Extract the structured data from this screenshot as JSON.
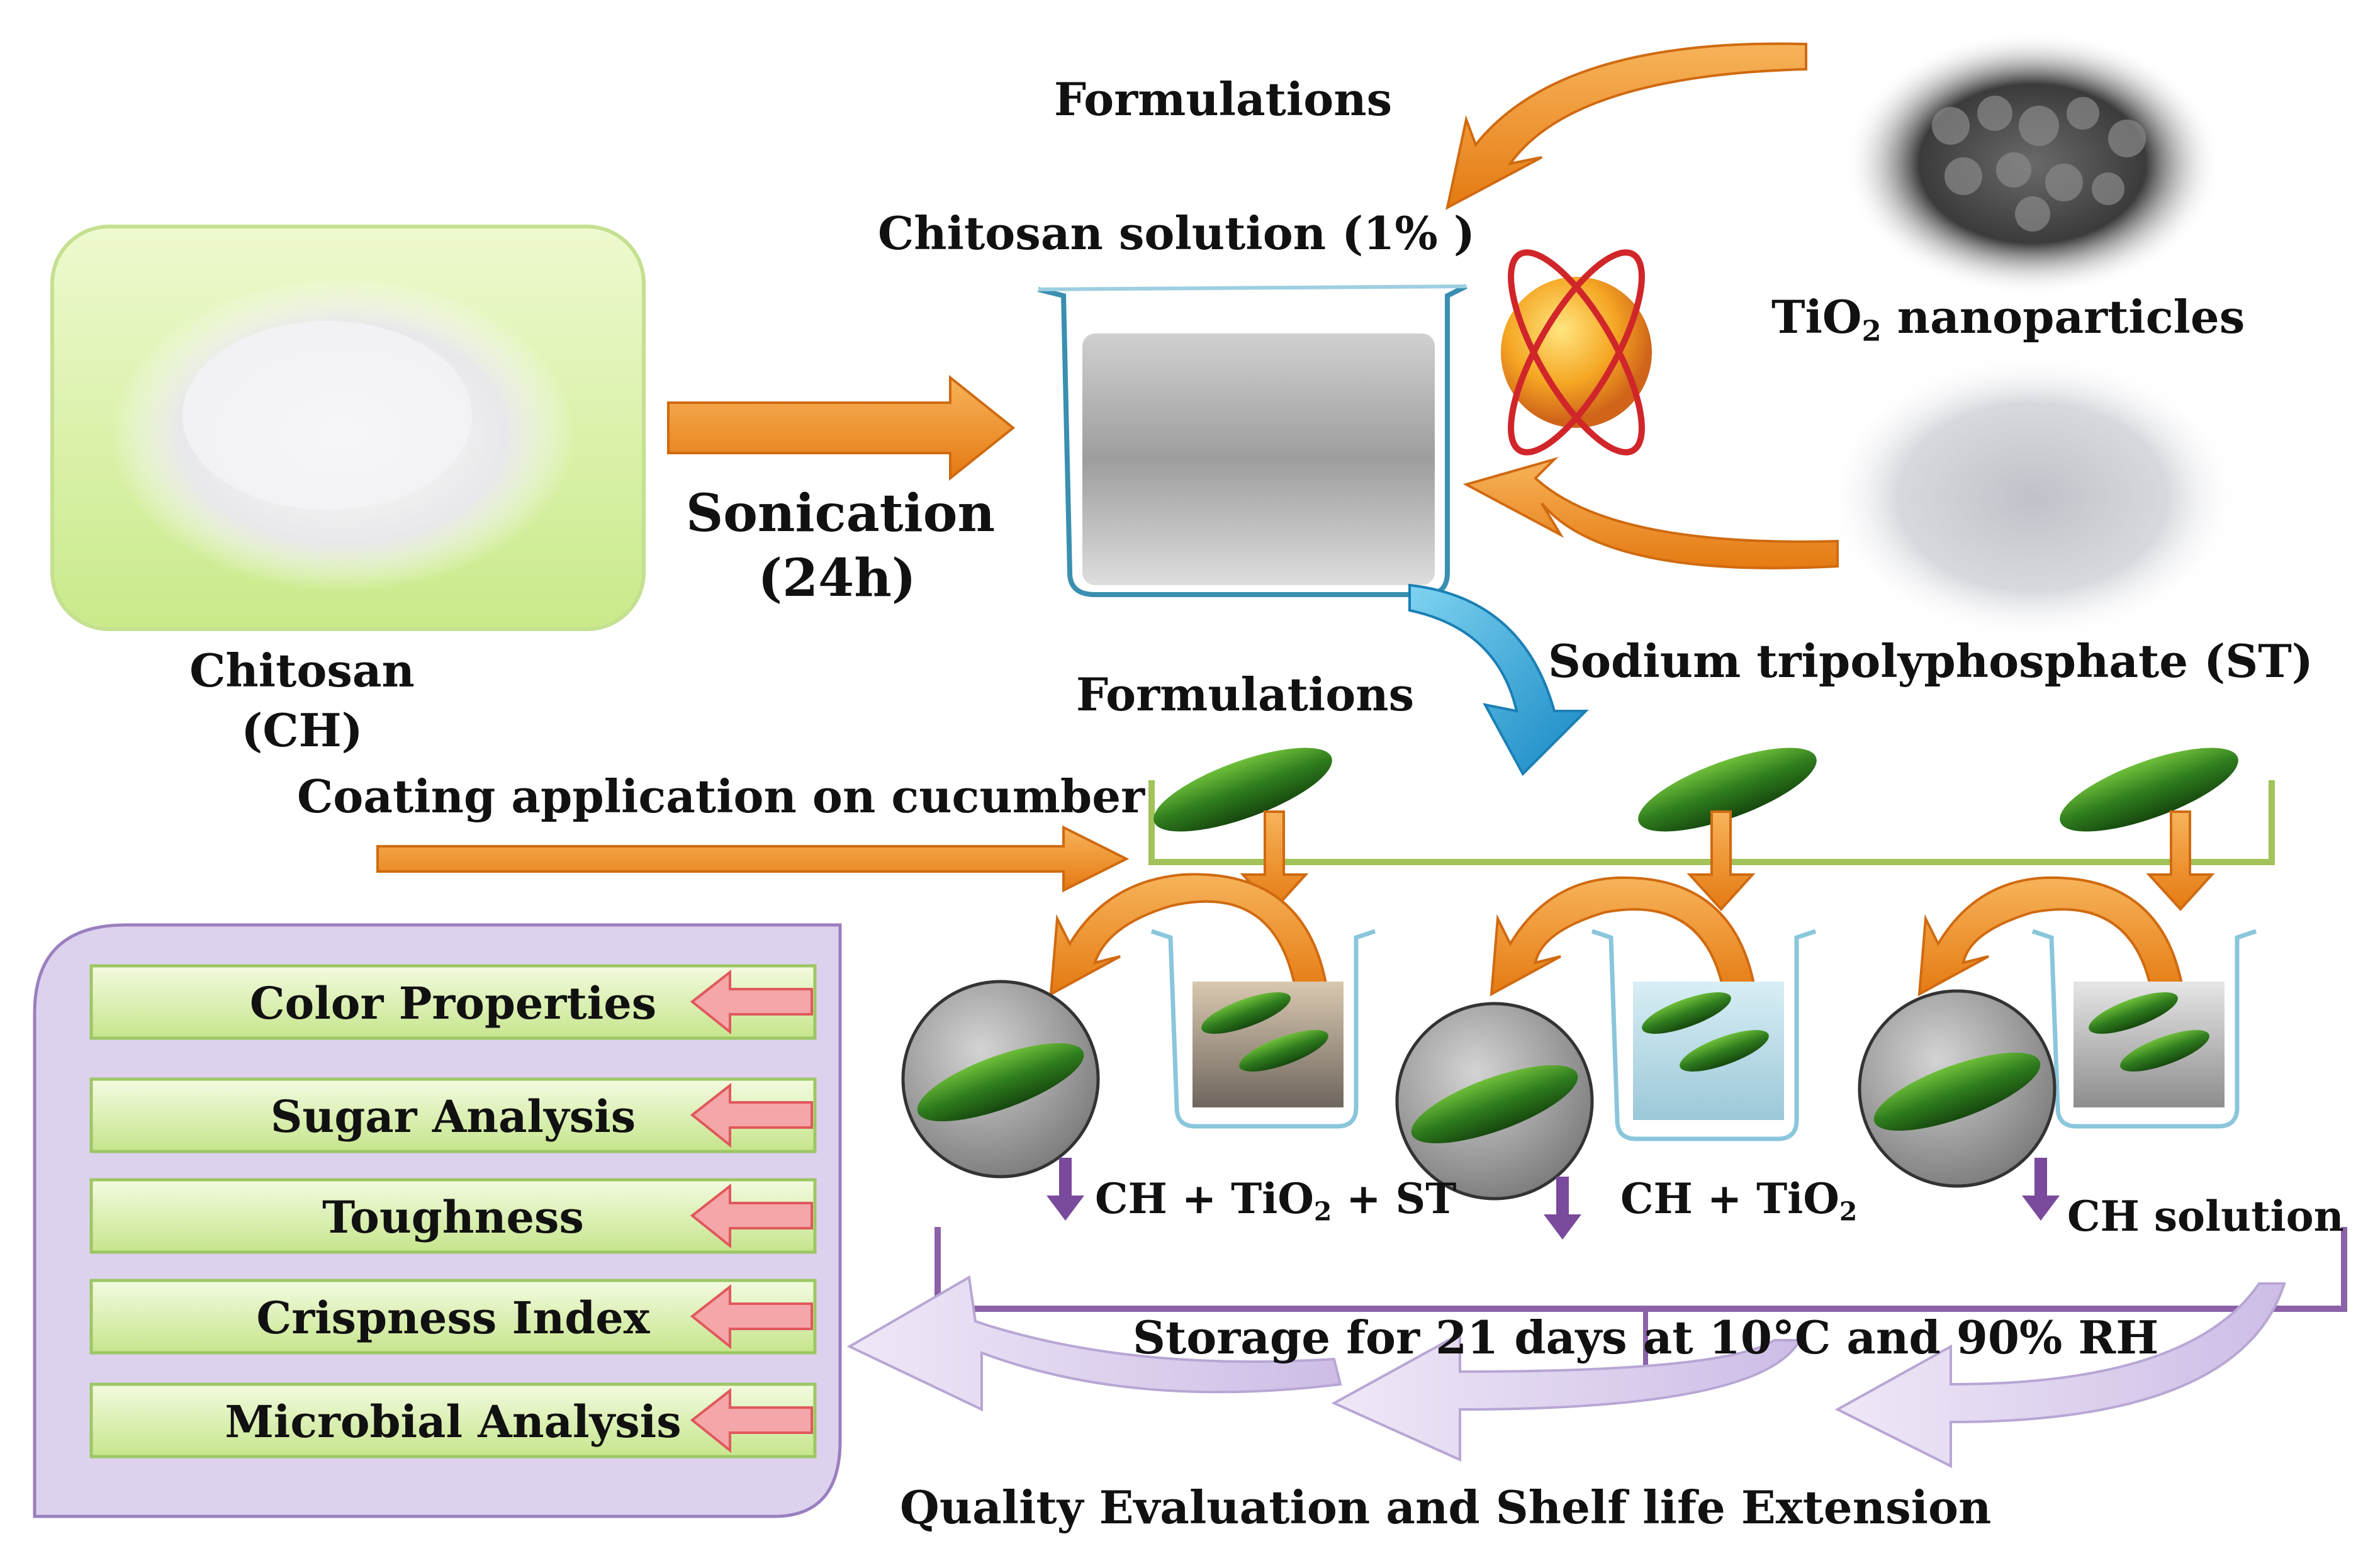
{
  "texts": {
    "formulations_top": "Formulations",
    "chitosan_solution": "Chitosan solution (1% )",
    "tio2_prefix": "TiO",
    "tio2_sub": "2",
    "tio2_suffix": " nanoparticles",
    "sonication": "Sonication",
    "sonication_time": "(24h)",
    "chitosan": "Chitosan",
    "chitosan_abbr": "(CH)",
    "sodium_tpp": "Sodium tripolyphosphate  (ST)",
    "formulations_mid": "Formulations",
    "coating": "Coating application on cucumber",
    "f1_a": "CH + TiO",
    "f1_sub": "2",
    "f1_b": " + ST",
    "f2_a": "CH + TiO",
    "f2_sub": "2",
    "f3": "CH solution",
    "storage": "Storage for 21 days at 10°C and 90% RH",
    "quality": "Quality Evaluation and Shelf life Extension"
  },
  "quality_items": [
    "Color Properties",
    "Sugar Analysis",
    "Toughness",
    "Crispness Index",
    "Microbial Analysis"
  ],
  "colors": {
    "orange_arrow": "#f08a24",
    "blue_arrow": "#2aa7d8",
    "purple_bracket": "#8b62a8",
    "lavender_box": "#ddd2ee",
    "green_box": "#d9f0a8",
    "green_tray": "#a3c25a",
    "pink_arrow": "#f4a6a8",
    "cucumber": "#2f7d1e"
  }
}
